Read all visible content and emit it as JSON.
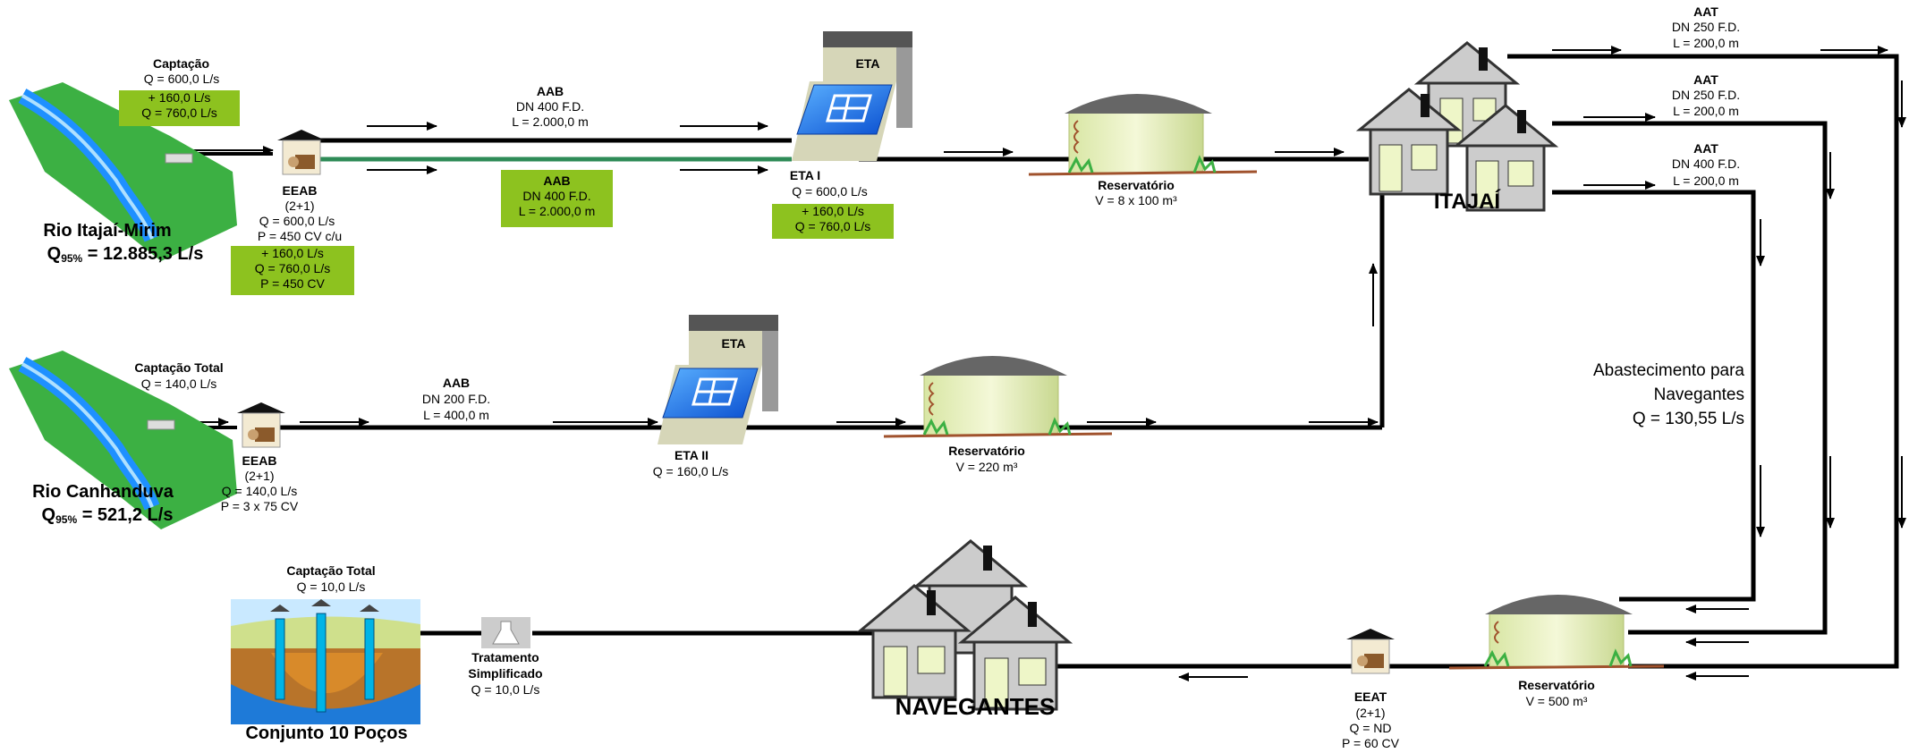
{
  "rio_itajai": {
    "name": "Rio Itajaí-Mirim",
    "q95_prefix": "Q",
    "q95_sub": "95%",
    "q95_value": " = 12.885,3 L/s"
  },
  "captacao1": {
    "title": "Captação",
    "q": "Q = 600,0 L/s",
    "add": "+ 160,0 L/s",
    "qtotal": "Q = 760,0 L/s"
  },
  "eeab1": {
    "title": "EEAB",
    "config": "(2+1)",
    "q": "Q = 600,0 L/s",
    "p": "P = 450 CV c/u",
    "add": "+ 160,0 L/s",
    "qtotal": "Q = 760,0 L/s",
    "ptotal": "P = 450 CV"
  },
  "aab1": {
    "title": "AAB",
    "dn": "DN 400 F.D.",
    "l": "L = 2.000,0 m"
  },
  "aab1b": {
    "title": "AAB",
    "dn": "DN 400 F.D.",
    "l": "L = 2.000,0 m"
  },
  "eta1": {
    "tag": "ETA",
    "title": "ETA I",
    "q": "Q = 600,0 L/s",
    "add": "+ 160,0 L/s",
    "qtotal": "Q = 760,0 L/s"
  },
  "res1": {
    "title": "Reservatório",
    "v": "V = 8 x 100 m³"
  },
  "itajai": {
    "name": "ITAJAÍ"
  },
  "aat1": {
    "title": "AAT",
    "dn": "DN 250  F.D.",
    "l": "L = 200,0 m"
  },
  "aat2": {
    "title": "AAT",
    "dn": "DN 250  F.D.",
    "l": "L = 200,0 m"
  },
  "aat3": {
    "title": "AAT",
    "dn": "DN 400  F.D.",
    "l": "L = 200,0 m"
  },
  "abastecimento": {
    "line1": "Abastecimento para",
    "line2": "Navegantes",
    "q": "Q = 130,55 L/s"
  },
  "rio_canhanduva": {
    "name": "Rio Canhanduva",
    "q95_prefix": "Q",
    "q95_sub": "95%",
    "q95_value": " = 521,2 L/s"
  },
  "captacao2": {
    "title": "Captação Total",
    "q": "Q = 140,0 L/s"
  },
  "eeab2": {
    "title": "EEAB",
    "config": "(2+1)",
    "q": "Q = 140,0 L/s",
    "p": "P = 3 x 75 CV"
  },
  "aab2": {
    "title": "AAB",
    "dn": "DN 200 F.D.",
    "l": "L = 400,0 m"
  },
  "eta2": {
    "tag": "ETA",
    "title": "ETA II",
    "q": "Q = 160,0 L/s"
  },
  "res2": {
    "title": "Reservatório",
    "v": "V = 220 m³"
  },
  "captacao3": {
    "title": "Captação Total",
    "q": "Q = 10,0 L/s"
  },
  "pocos": {
    "name": "Conjunto 10 Poços"
  },
  "tratamento": {
    "line1": "Tratamento",
    "line2": "Simplificado",
    "q": "Q = 10,0 L/s"
  },
  "navegantes": {
    "name": "NAVEGANTES"
  },
  "eeat": {
    "title": "EEAT",
    "config": "(2+1)",
    "q": "Q = ND",
    "p": "P = 60 CV"
  },
  "res3": {
    "title": "Reservatório",
    "v": "V = 500 m³"
  },
  "colors": {
    "pipe": "#000000",
    "pipe_green": "#2e8b57",
    "highlight": "#8dc21f",
    "river": "#1e90ff",
    "grass": "#3cb043"
  }
}
